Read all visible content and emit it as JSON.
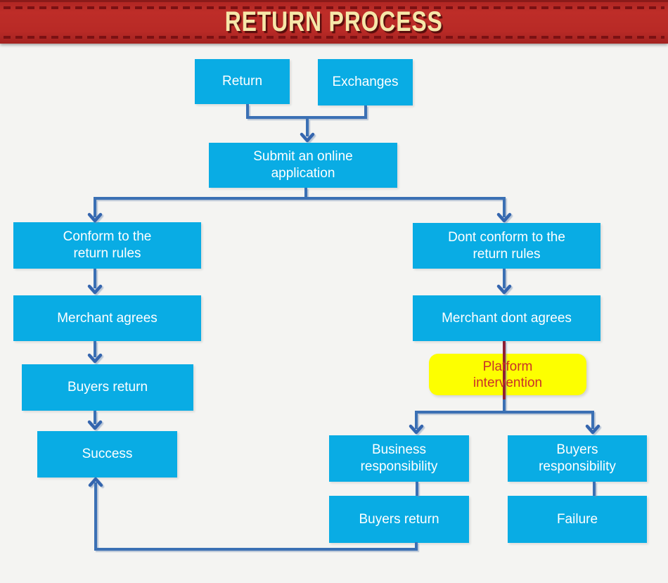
{
  "banner": {
    "title": "RETURN PROCESS"
  },
  "colors": {
    "banner_red": "#B92B27",
    "stitch_red": "#7A1113",
    "title_cream": "#F6E7A9",
    "node_cyan": "#09ACE4",
    "node_text": "#FFFFFF",
    "connector_blue": "#3B70B4",
    "highlight_yellow": "#FDFF00",
    "highlight_text_red": "#C93128",
    "intervention_line_red": "#8E2033",
    "background": "#F4F4F2"
  },
  "nodes": {
    "return": {
      "label": "Return"
    },
    "exchanges": {
      "label": "Exchanges"
    },
    "submit": {
      "label": "Submit an online\napplication"
    },
    "conform": {
      "label": "Conform to the\nreturn rules"
    },
    "dont_conform": {
      "label": "Dont conform to the\nreturn rules"
    },
    "merchant_agrees": {
      "label": "Merchant agrees"
    },
    "merchant_dont_agrees": {
      "label": "Merchant dont agrees"
    },
    "buyers_return_left": {
      "label": "Buyers return"
    },
    "success": {
      "label": "Success"
    },
    "platform_intervention": {
      "label": "Platform\nintervention"
    },
    "business_responsibility": {
      "label": "Business\nresponsibility"
    },
    "buyers_responsibility": {
      "label": "Buyers\nresponsibility"
    },
    "buyers_return_right": {
      "label": "Buyers return"
    },
    "failure": {
      "label": "Failure"
    }
  },
  "edges": [
    {
      "from": "return",
      "to": "submit"
    },
    {
      "from": "exchanges",
      "to": "submit"
    },
    {
      "from": "submit",
      "to": "conform"
    },
    {
      "from": "submit",
      "to": "dont_conform"
    },
    {
      "from": "conform",
      "to": "merchant_agrees"
    },
    {
      "from": "merchant_agrees",
      "to": "buyers_return_left"
    },
    {
      "from": "buyers_return_left",
      "to": "success"
    },
    {
      "from": "dont_conform",
      "to": "merchant_dont_agrees"
    },
    {
      "from": "merchant_dont_agrees",
      "to": "platform_intervention"
    },
    {
      "from": "platform_intervention",
      "to": "business_responsibility"
    },
    {
      "from": "platform_intervention",
      "to": "buyers_responsibility"
    },
    {
      "from": "business_responsibility",
      "to": "buyers_return_right"
    },
    {
      "from": "buyers_responsibility",
      "to": "failure"
    },
    {
      "from": "buyers_return_right",
      "to": "success"
    }
  ]
}
